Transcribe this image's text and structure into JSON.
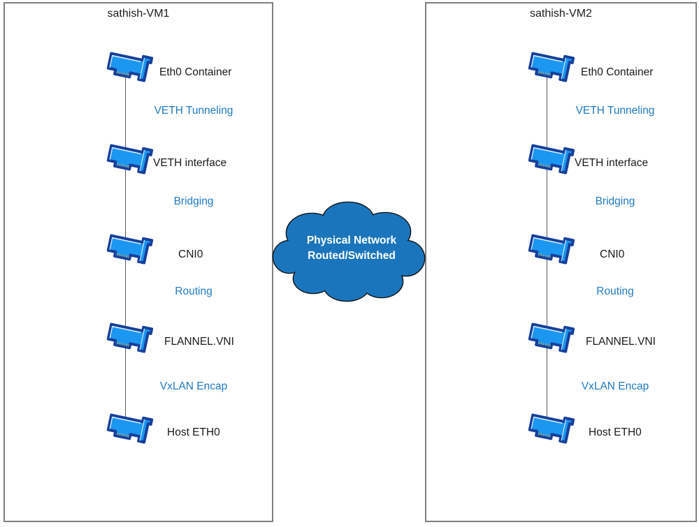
{
  "vm1": {
    "title": "sathish-VM1",
    "nodes": [
      "Eth0 Container",
      "VETH interface",
      "CNI0",
      "FLANNEL.VNI",
      "Host ETH0"
    ],
    "edges": [
      "VETH Tunneling",
      "Bridging",
      "Routing",
      "VxLAN Encap"
    ]
  },
  "vm2": {
    "title": "sathish-VM2",
    "nodes": [
      "Eth0 Container",
      "VETH interface",
      "CNI0",
      "FLANNEL.VNI",
      "Host ETH0"
    ],
    "edges": [
      "VETH Tunneling",
      "Bridging",
      "Routing",
      "VxLAN Encap"
    ]
  },
  "cloud": {
    "line1": "Physical Network",
    "line2": "Routed/Switched"
  },
  "colors": {
    "nic_fill": "#1B97F1",
    "nic_outline": "#17409C",
    "nic_pins": "#BF9A4D",
    "cloud_fill": "#1B75BC",
    "cloud_outline": "#0D0D0D",
    "edge_label_text": "#1F7AC0",
    "node_label_text": "#1A1A1A",
    "panel_border": "#7F7F7F",
    "connector_line": "#595959",
    "cloud_text": "#FFFFFF"
  }
}
